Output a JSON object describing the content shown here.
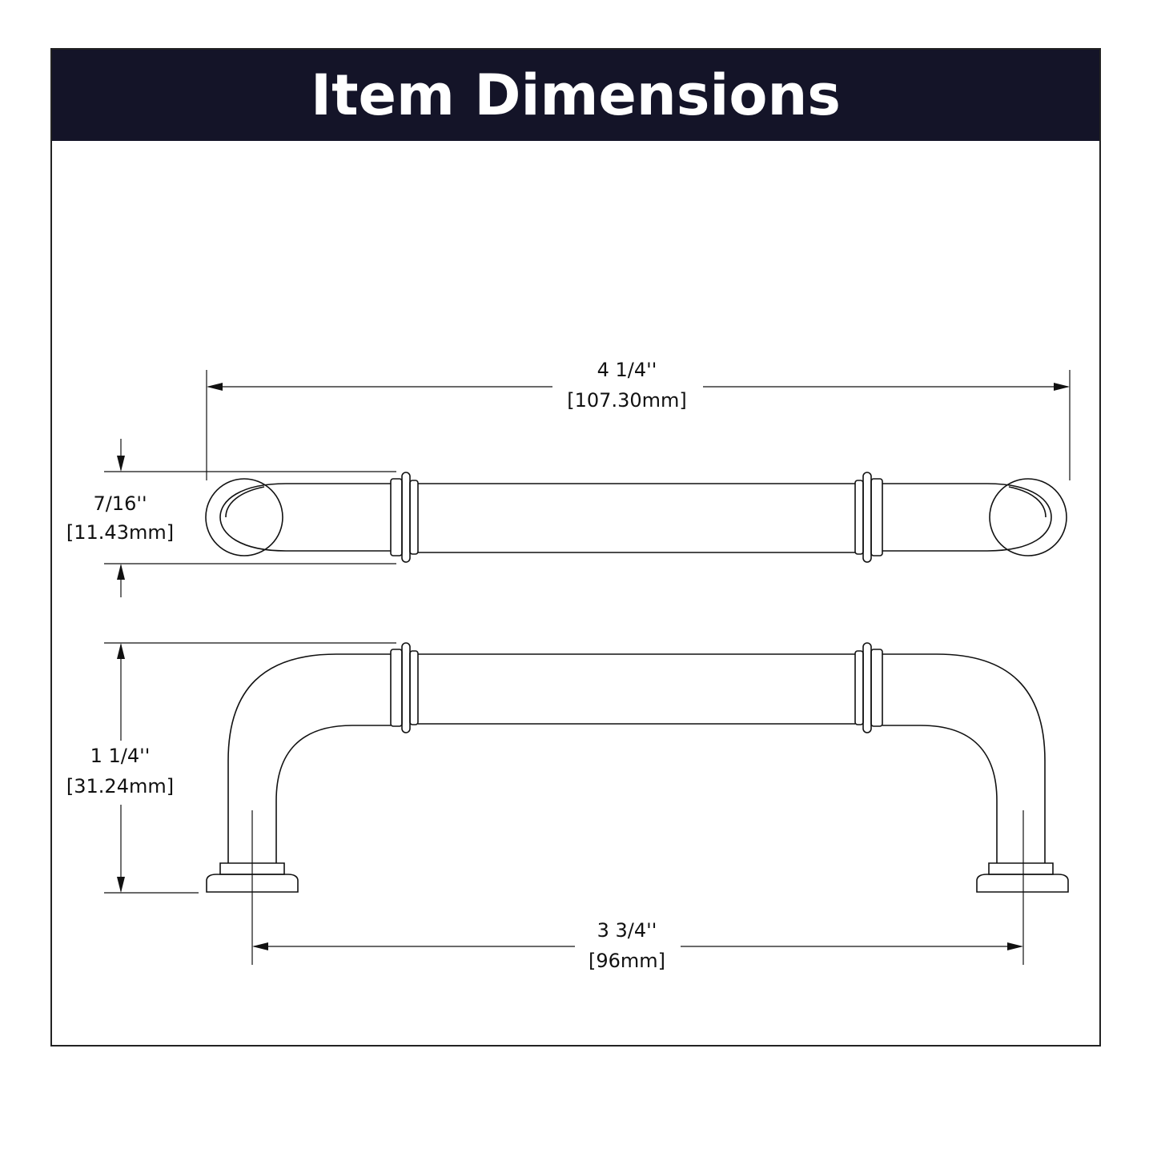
{
  "header": {
    "title": "Item Dimensions",
    "background": "#141428",
    "text_color": "#ffffff"
  },
  "dimensions": {
    "overall_length": {
      "imperial": "4 1/4''",
      "metric": "[107.30mm]"
    },
    "depth": {
      "imperial": "7/16''",
      "metric": "[11.43mm]"
    },
    "projection": {
      "imperial": "1 1/4''",
      "metric": "[31.24mm]"
    },
    "center_to_center": {
      "imperial": "3 3/4''",
      "metric": "[96mm]"
    }
  }
}
